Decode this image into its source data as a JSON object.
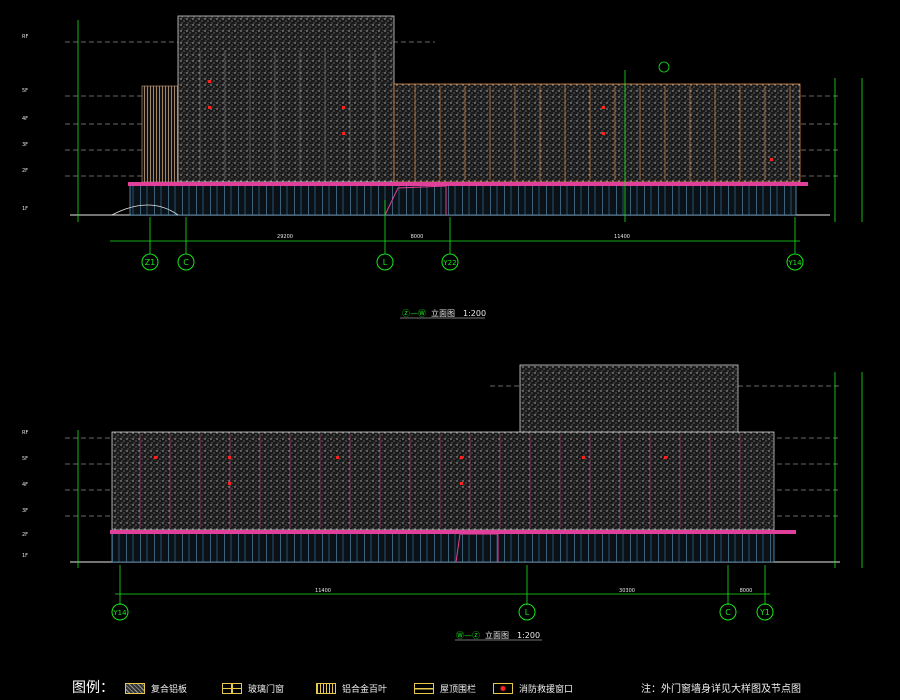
{
  "drawing": {
    "top_view": {
      "caption_prefix": "Ⓩ—Ⓦ",
      "caption": "立面图",
      "scale": "1:200",
      "axes": [
        "Z1",
        "C",
        "L",
        "Y22",
        "Y14"
      ],
      "dimensions": [
        "29200",
        "8000",
        "11400"
      ],
      "floor_labels": [
        "RF",
        "5F",
        "4F",
        "3F",
        "2F",
        "1F"
      ]
    },
    "bottom_view": {
      "caption_prefix": "Ⓦ—Ⓩ",
      "caption": "立面图",
      "scale": "1:200",
      "axes": [
        "Y14",
        "L",
        "C",
        "Y1"
      ],
      "dimensions": [
        "11400",
        "30300",
        "8000"
      ],
      "floor_labels": [
        "RF",
        "5F",
        "4F",
        "3F",
        "2F",
        "1F"
      ]
    }
  },
  "legend": {
    "title": "图例：",
    "items": [
      {
        "label": "复合铝板",
        "pattern": "dots"
      },
      {
        "label": "玻璃门窗",
        "pattern": "grid"
      },
      {
        "label": "铝合金百叶",
        "pattern": "louver"
      },
      {
        "label": "屋顶围栏",
        "pattern": "rail"
      },
      {
        "label": "消防救援窗口",
        "pattern": "redbox"
      }
    ],
    "note": "注：外门窗墙身详见大样图及节点图"
  },
  "colors": {
    "background": "#000000",
    "axis_green": "#19e619",
    "dimension_green": "#2bd12b",
    "aluminum_panel": "#bdbdbd",
    "glass_blue": "#6fb0d8",
    "magenta": "#e0409a",
    "orange_frame": "#d98a4a",
    "rescue_red": "#ff2020",
    "legend_yellow": "#e8c84a"
  }
}
